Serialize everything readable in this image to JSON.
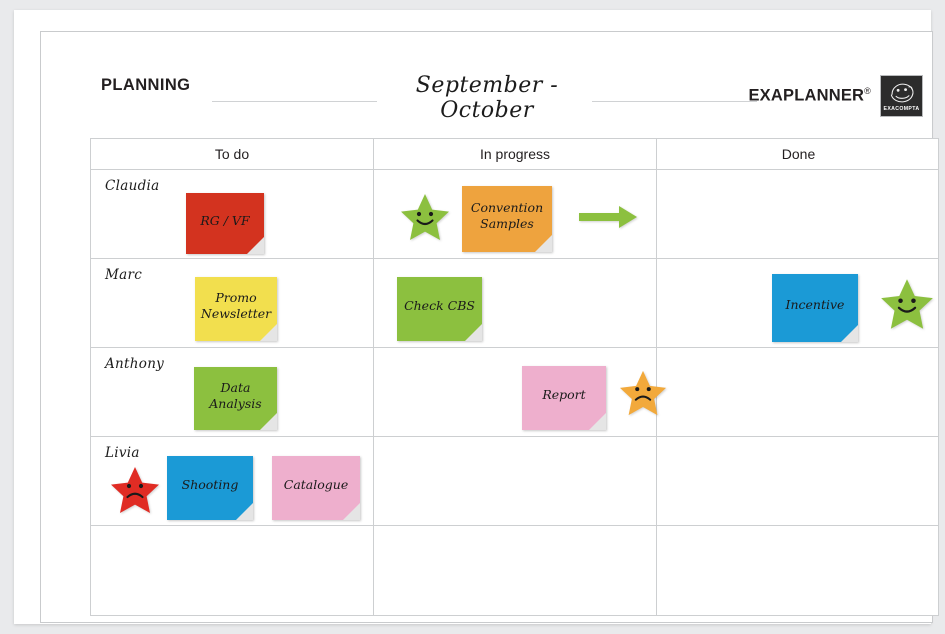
{
  "header": {
    "planning_label": "PLANNING",
    "period": "September - October",
    "brand": "EXAPLANNER",
    "brand_sup": "®",
    "logo_word": "EXACOMPTA",
    "logo_icon": "exacompta-face-icon"
  },
  "columns": [
    {
      "id": "todo",
      "label": "To do"
    },
    {
      "id": "inprogress",
      "label": "In progress"
    },
    {
      "id": "done",
      "label": "Done"
    }
  ],
  "colors": {
    "note_red": "#d3331f",
    "note_orange": "#eea33e",
    "note_yellow": "#f2df4e",
    "note_green": "#8cc03f",
    "note_blue": "#1b9ad6",
    "note_pink": "#eeafcd",
    "star_green": "#8cc03f",
    "star_orange": "#f2a93b",
    "star_red": "#e02c24",
    "arrow_green": "#8cc03f",
    "grid_line": "#cdcfd1",
    "board_bg": "#ffffff"
  },
  "rows": [
    {
      "person": "Claudia",
      "todo": {
        "notes": [
          {
            "text": "RG / VF",
            "color": "note_red"
          }
        ],
        "stars": [],
        "arrows": []
      },
      "inprogress": {
        "notes": [
          {
            "text": "Convention\nSamples",
            "color": "note_orange"
          }
        ],
        "stars": [
          {
            "color": "star_green",
            "face": "smile"
          }
        ],
        "arrows": [
          {
            "color": "arrow_green",
            "direction": "right"
          }
        ]
      },
      "done": {
        "notes": [],
        "stars": [],
        "arrows": []
      }
    },
    {
      "person": "Marc",
      "todo": {
        "notes": [
          {
            "text": "Promo\nNewsletter",
            "color": "note_yellow"
          }
        ],
        "stars": [],
        "arrows": []
      },
      "inprogress": {
        "notes": [
          {
            "text": "Check CBS",
            "color": "note_green"
          }
        ],
        "stars": [],
        "arrows": []
      },
      "done": {
        "notes": [
          {
            "text": "Incentive",
            "color": "note_blue"
          }
        ],
        "stars": [
          {
            "color": "star_green",
            "face": "smile"
          }
        ],
        "arrows": []
      }
    },
    {
      "person": "Anthony",
      "todo": {
        "notes": [
          {
            "text": "Data\nAnalysis",
            "color": "note_green"
          }
        ],
        "stars": [],
        "arrows": []
      },
      "inprogress": {
        "notes": [
          {
            "text": "Report",
            "color": "note_pink"
          }
        ],
        "stars": [
          {
            "color": "star_orange",
            "face": "frown"
          }
        ],
        "arrows": []
      },
      "done": {
        "notes": [],
        "stars": [],
        "arrows": []
      }
    },
    {
      "person": "Livia",
      "todo": {
        "notes": [
          {
            "text": "Shooting",
            "color": "note_blue"
          },
          {
            "text": "Catalogue",
            "color": "note_pink"
          }
        ],
        "stars": [
          {
            "color": "star_red",
            "face": "frown"
          }
        ],
        "arrows": []
      },
      "inprogress": {
        "notes": [],
        "stars": [],
        "arrows": []
      },
      "done": {
        "notes": [],
        "stars": [],
        "arrows": []
      }
    },
    {
      "person": "",
      "todo": {
        "notes": [],
        "stars": [],
        "arrows": []
      },
      "inprogress": {
        "notes": [],
        "stars": [],
        "arrows": []
      },
      "done": {
        "notes": [],
        "stars": [],
        "arrows": []
      }
    }
  ]
}
